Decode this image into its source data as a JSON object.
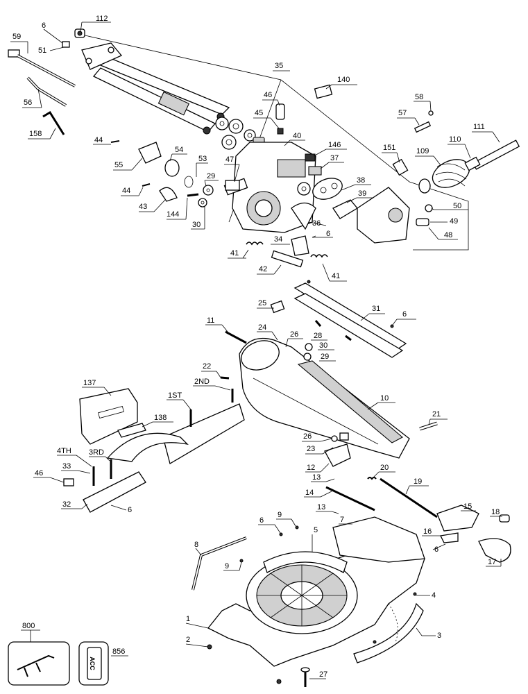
{
  "labels": [
    {
      "id": "p112",
      "text": "112"
    },
    {
      "id": "p6a",
      "text": "6"
    },
    {
      "id": "p51",
      "text": "51"
    },
    {
      "id": "p59",
      "text": "59"
    },
    {
      "id": "p56",
      "text": "56"
    },
    {
      "id": "p158",
      "text": "158"
    },
    {
      "id": "p35",
      "text": "35"
    },
    {
      "id": "p140",
      "text": "140"
    },
    {
      "id": "p58",
      "text": "58"
    },
    {
      "id": "p57",
      "text": "57"
    },
    {
      "id": "p111",
      "text": "111"
    },
    {
      "id": "p110",
      "text": "110"
    },
    {
      "id": "p109",
      "text": "109"
    },
    {
      "id": "p151",
      "text": "151"
    },
    {
      "id": "p46a",
      "text": "46"
    },
    {
      "id": "p45",
      "text": "45"
    },
    {
      "id": "p40",
      "text": "40"
    },
    {
      "id": "p146",
      "text": "146"
    },
    {
      "id": "p37",
      "text": "37"
    },
    {
      "id": "p44a",
      "text": "44"
    },
    {
      "id": "p54",
      "text": "54"
    },
    {
      "id": "p55",
      "text": "55"
    },
    {
      "id": "p53",
      "text": "53"
    },
    {
      "id": "p29a",
      "text": "29"
    },
    {
      "id": "p47",
      "text": "47"
    },
    {
      "id": "p44b",
      "text": "44"
    },
    {
      "id": "p43",
      "text": "43"
    },
    {
      "id": "p144",
      "text": "144"
    },
    {
      "id": "p30a",
      "text": "30"
    },
    {
      "id": "p38",
      "text": "38"
    },
    {
      "id": "p39",
      "text": "39"
    },
    {
      "id": "p50",
      "text": "50"
    },
    {
      "id": "p49",
      "text": "49"
    },
    {
      "id": "p48",
      "text": "48"
    },
    {
      "id": "p36",
      "text": "36"
    },
    {
      "id": "p6b",
      "text": "6"
    },
    {
      "id": "p34",
      "text": "34"
    },
    {
      "id": "p41a",
      "text": "41"
    },
    {
      "id": "p42",
      "text": "42"
    },
    {
      "id": "p41b",
      "text": "41"
    },
    {
      "id": "p25",
      "text": "25"
    },
    {
      "id": "p31",
      "text": "31"
    },
    {
      "id": "p6c",
      "text": "6"
    },
    {
      "id": "p11",
      "text": "11"
    },
    {
      "id": "p24",
      "text": "24"
    },
    {
      "id": "p26a",
      "text": "26"
    },
    {
      "id": "p28",
      "text": "28"
    },
    {
      "id": "p30b",
      "text": "30"
    },
    {
      "id": "p29b",
      "text": "29"
    },
    {
      "id": "p22",
      "text": "22"
    },
    {
      "id": "p2nd",
      "text": "2ND"
    },
    {
      "id": "p137",
      "text": "137"
    },
    {
      "id": "p1st",
      "text": "1ST"
    },
    {
      "id": "p138",
      "text": "138"
    },
    {
      "id": "p10",
      "text": "10"
    },
    {
      "id": "p21",
      "text": "21"
    },
    {
      "id": "p26b",
      "text": "26"
    },
    {
      "id": "p23",
      "text": "23"
    },
    {
      "id": "p4th",
      "text": "4TH"
    },
    {
      "id": "p3rd",
      "text": "3RD"
    },
    {
      "id": "p33",
      "text": "33"
    },
    {
      "id": "p46b",
      "text": "46"
    },
    {
      "id": "p12",
      "text": "12"
    },
    {
      "id": "p20",
      "text": "20"
    },
    {
      "id": "p13a",
      "text": "13"
    },
    {
      "id": "p32",
      "text": "32"
    },
    {
      "id": "p6d",
      "text": "6"
    },
    {
      "id": "p14",
      "text": "14"
    },
    {
      "id": "p19",
      "text": "19"
    },
    {
      "id": "p13b",
      "text": "13"
    },
    {
      "id": "p15",
      "text": "15"
    },
    {
      "id": "p18",
      "text": "18"
    },
    {
      "id": "p6e",
      "text": "6"
    },
    {
      "id": "p9a",
      "text": "9"
    },
    {
      "id": "p7",
      "text": "7"
    },
    {
      "id": "p5",
      "text": "5"
    },
    {
      "id": "p16",
      "text": "16"
    },
    {
      "id": "p6f",
      "text": "6"
    },
    {
      "id": "p17",
      "text": "17"
    },
    {
      "id": "p8",
      "text": "8"
    },
    {
      "id": "p9b",
      "text": "9"
    },
    {
      "id": "p4",
      "text": "4"
    },
    {
      "id": "p1",
      "text": "1"
    },
    {
      "id": "p3",
      "text": "3"
    },
    {
      "id": "p800",
      "text": "800"
    },
    {
      "id": "p2",
      "text": "2"
    },
    {
      "id": "p856",
      "text": "856"
    },
    {
      "id": "p27",
      "text": "27"
    }
  ],
  "decal_text": "ACC"
}
